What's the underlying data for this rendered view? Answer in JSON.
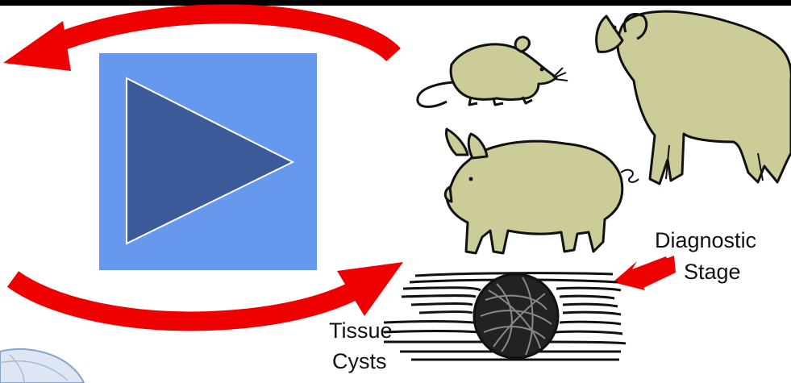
{
  "labels": {
    "diagnostic": "Diagnostic",
    "stage": "Stage",
    "tissue": "Tissue",
    "cysts": "Cysts"
  },
  "colors": {
    "top_bar": "#000000",
    "arrow": "#ee0000",
    "play_button_bg": "#6699ee",
    "play_triangle": "#3a5a9a",
    "animal_fill": "#cccc99",
    "outline": "#111111"
  },
  "icons": {
    "play": "play-icon",
    "mouse": "mouse-icon",
    "sheep": "sheep-icon",
    "pig": "pig-icon",
    "cyst": "tissue-cyst-icon",
    "arrow": "red-arrow-icon"
  }
}
